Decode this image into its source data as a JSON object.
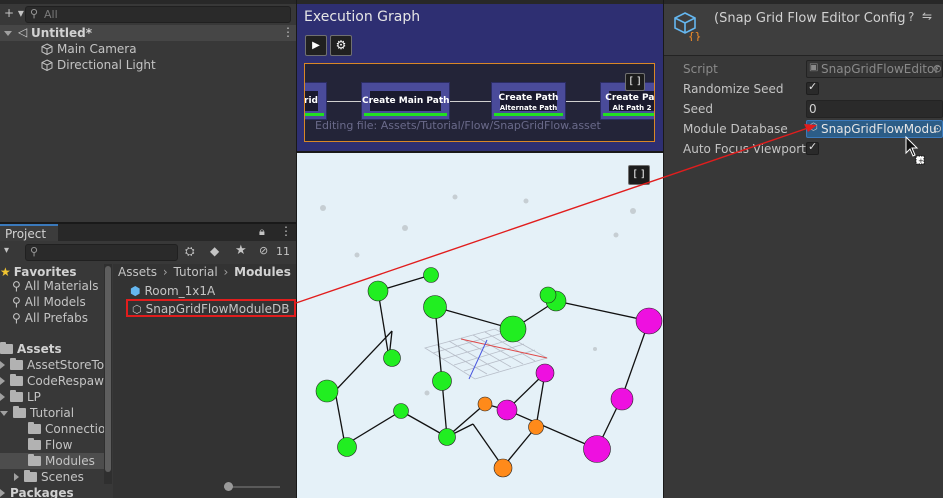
{
  "hierarchy": {
    "search_placeholder": "All",
    "scene_name": "Untitled*",
    "items": [
      "Main Camera",
      "Directional Light"
    ]
  },
  "project": {
    "tab_label": "Project",
    "hidden_count": "11",
    "favorites": {
      "label": "Favorites",
      "items": [
        "All Materials",
        "All Models",
        "All Prefabs"
      ]
    },
    "assets": {
      "label": "Assets",
      "folders": [
        "AssetStoreTo",
        "CodeRespaw",
        "LP",
        "Tutorial",
        "Connectio",
        "Flow",
        "Modules",
        "Scenes"
      ],
      "packages_label": "Packages"
    },
    "breadcrumb": [
      "Assets",
      "Tutorial",
      "Modules"
    ],
    "files": [
      "Room_1x1A",
      "SnapGridFlowModuleDB"
    ]
  },
  "execution_graph": {
    "title": "Execution Graph",
    "watermark_editing": "Editing file: Assets/Tutorial/Flow/SnapGridFlow.asset",
    "nodes": [
      {
        "label": "rid",
        "sub": ""
      },
      {
        "label": "Create Main Path",
        "sub": ""
      },
      {
        "label": "Create Path",
        "sub": "Alternate Path"
      },
      {
        "label": "Create Pat",
        "sub": "Alt Path 2"
      }
    ]
  },
  "inspector": {
    "title": "(Snap Grid Flow Editor Config",
    "fields": {
      "script_label": "Script",
      "script_value": "SnapGridFlowEditor",
      "randomize_label": "Randomize Seed",
      "seed_label": "Seed",
      "seed_value": "0",
      "module_db_label": "Module Database",
      "module_db_value": "SnapGridFlowModu",
      "autofocus_label": "Auto Focus Viewport"
    }
  },
  "colors": {
    "accent": "#3a79bb",
    "node_green": "#21ee21",
    "node_magenta": "#ee10e0",
    "node_orange": "#ff8a1a",
    "annotation_red": "#e11d1d"
  }
}
